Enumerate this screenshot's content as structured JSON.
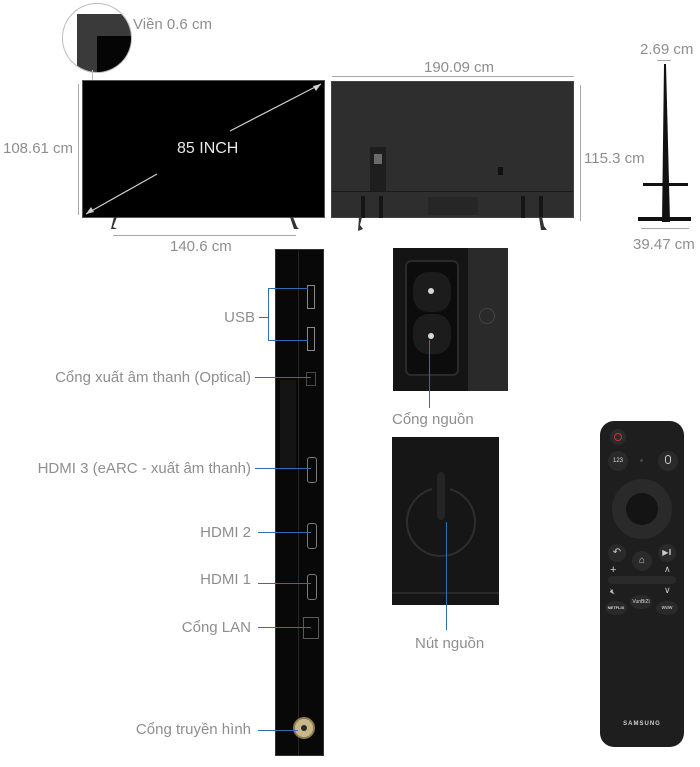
{
  "front_view": {
    "bezel_label": "Viền 0.6 cm",
    "height_label": "108.61 cm",
    "diagonal_label": "85 INCH",
    "stand_width_label": "140.6 cm"
  },
  "back_view": {
    "width_label": "190.09 cm",
    "height_label": "115.3 cm"
  },
  "side_view": {
    "depth_label": "2.69 cm",
    "base_depth_label": "39.47 cm"
  },
  "ports_panel": {
    "labels": [
      "USB",
      "Cổng xuất âm thanh (Optical)",
      "HDMI 3 (eARC - xuất âm thanh)",
      "HDMI 2",
      "HDMI 1",
      "Cổng LAN",
      "Cổng truyền hình"
    ]
  },
  "power_port": {
    "label": "Cổng nguồn"
  },
  "power_button": {
    "label": "Nút nguồn"
  },
  "remote": {
    "brand": "SAMSUNG",
    "numpad_label": "123",
    "netflix_label": "NETFLIX",
    "www_label": "www",
    "rakuten_label": "VunBiZi"
  },
  "colors": {
    "label_gray": "#8e8e8e",
    "callout_blue": "#2f6fb0",
    "dimension_gray": "#a8a8a8",
    "tv_black": "#000000",
    "tv_back": "#2b2b2b",
    "remote_body": "#1c1c1c"
  }
}
